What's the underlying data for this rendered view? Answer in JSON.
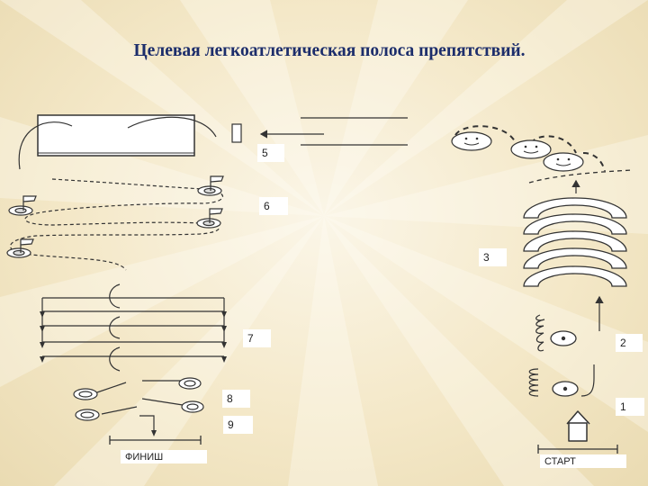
{
  "title": "Целевая легкоатлетическая полоса препятствий.",
  "stations": {
    "s1": "1",
    "s2": "2",
    "s3": "3",
    "s5": "5",
    "s6": "6",
    "s7": "7",
    "s8": "8",
    "s9": "9"
  },
  "start_label": "СТАРТ",
  "finish_label": "ФИНИШ",
  "colors": {
    "title": "#1c2d6b",
    "background": "#f4e8c8",
    "line": "#333333"
  }
}
